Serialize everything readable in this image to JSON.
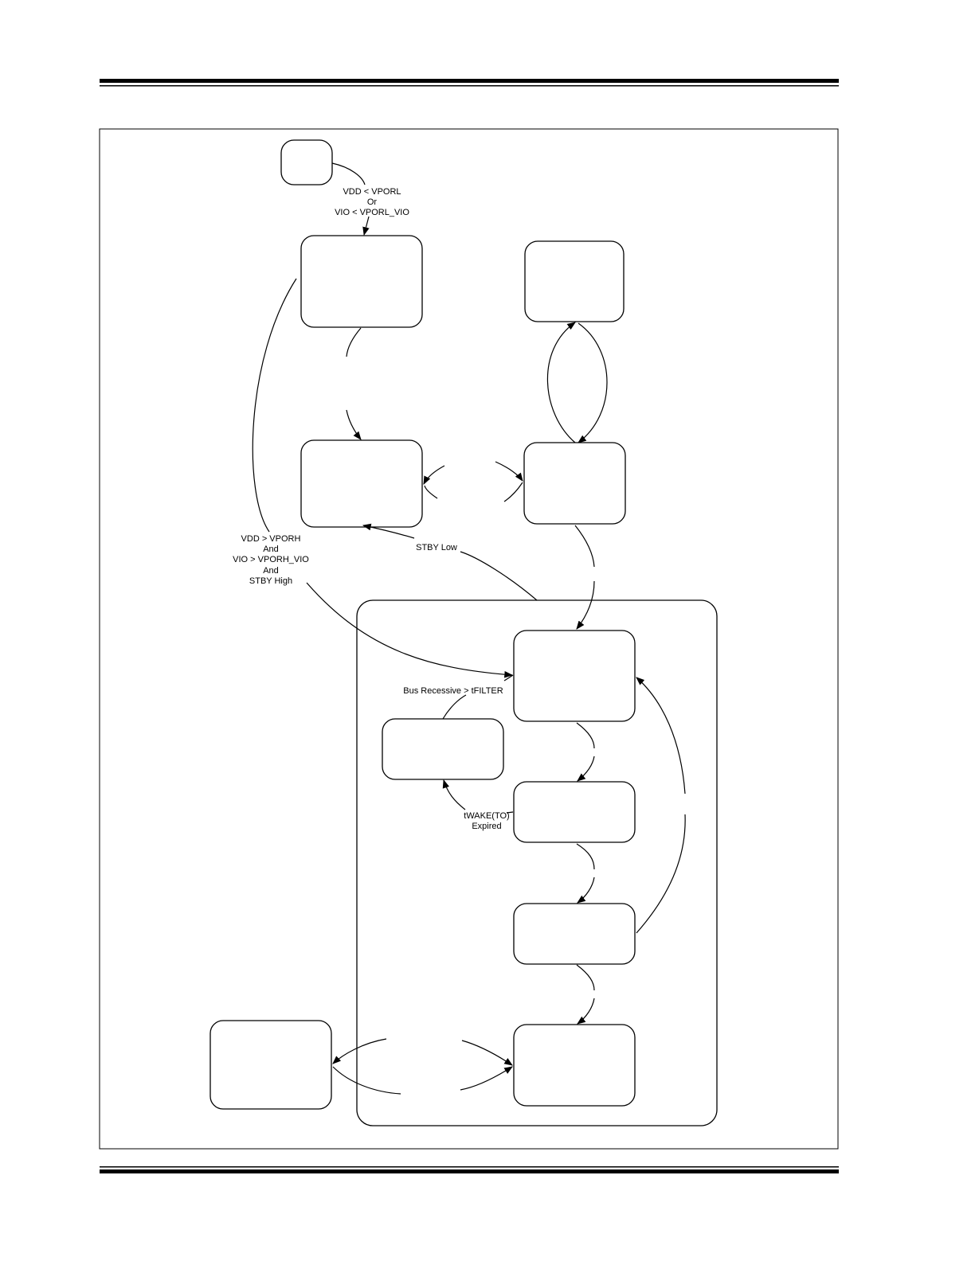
{
  "labels": {
    "por_entry_l1": "VDD < VPORL",
    "por_entry_l2": "Or",
    "por_entry_l3": "VIO < VPORL_VIO",
    "power_up_l1": "VDD > VPORH",
    "power_up_l2": "And",
    "power_up_l3": "VIO > VPORH_VIO",
    "power_up_l4": "And",
    "power_up_l5": "STBY High",
    "stby_low": "STBY Low",
    "bus_recessive": "Bus Recessive > tFILTER",
    "twake_l1": "tWAKE(TO)",
    "twake_l2": "Expired"
  }
}
